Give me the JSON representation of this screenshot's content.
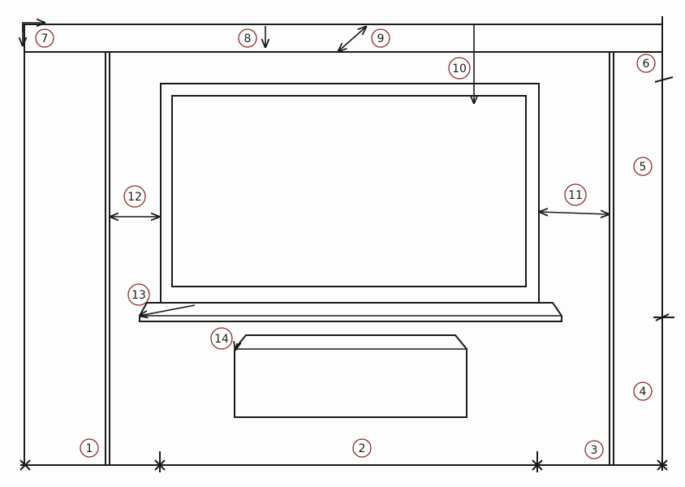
{
  "colors": {
    "line": "#1a1a1a",
    "callout": "#8b2a2a",
    "background": "#fdfdfd"
  },
  "callouts": {
    "c1": "1",
    "c2": "2",
    "c3": "3",
    "c4": "4",
    "c5": "5",
    "c6": "6",
    "c7": "7",
    "c8": "8",
    "c9": "9",
    "c10": "10",
    "c11": "11",
    "c12": "12",
    "c13": "13",
    "c14": "14"
  }
}
